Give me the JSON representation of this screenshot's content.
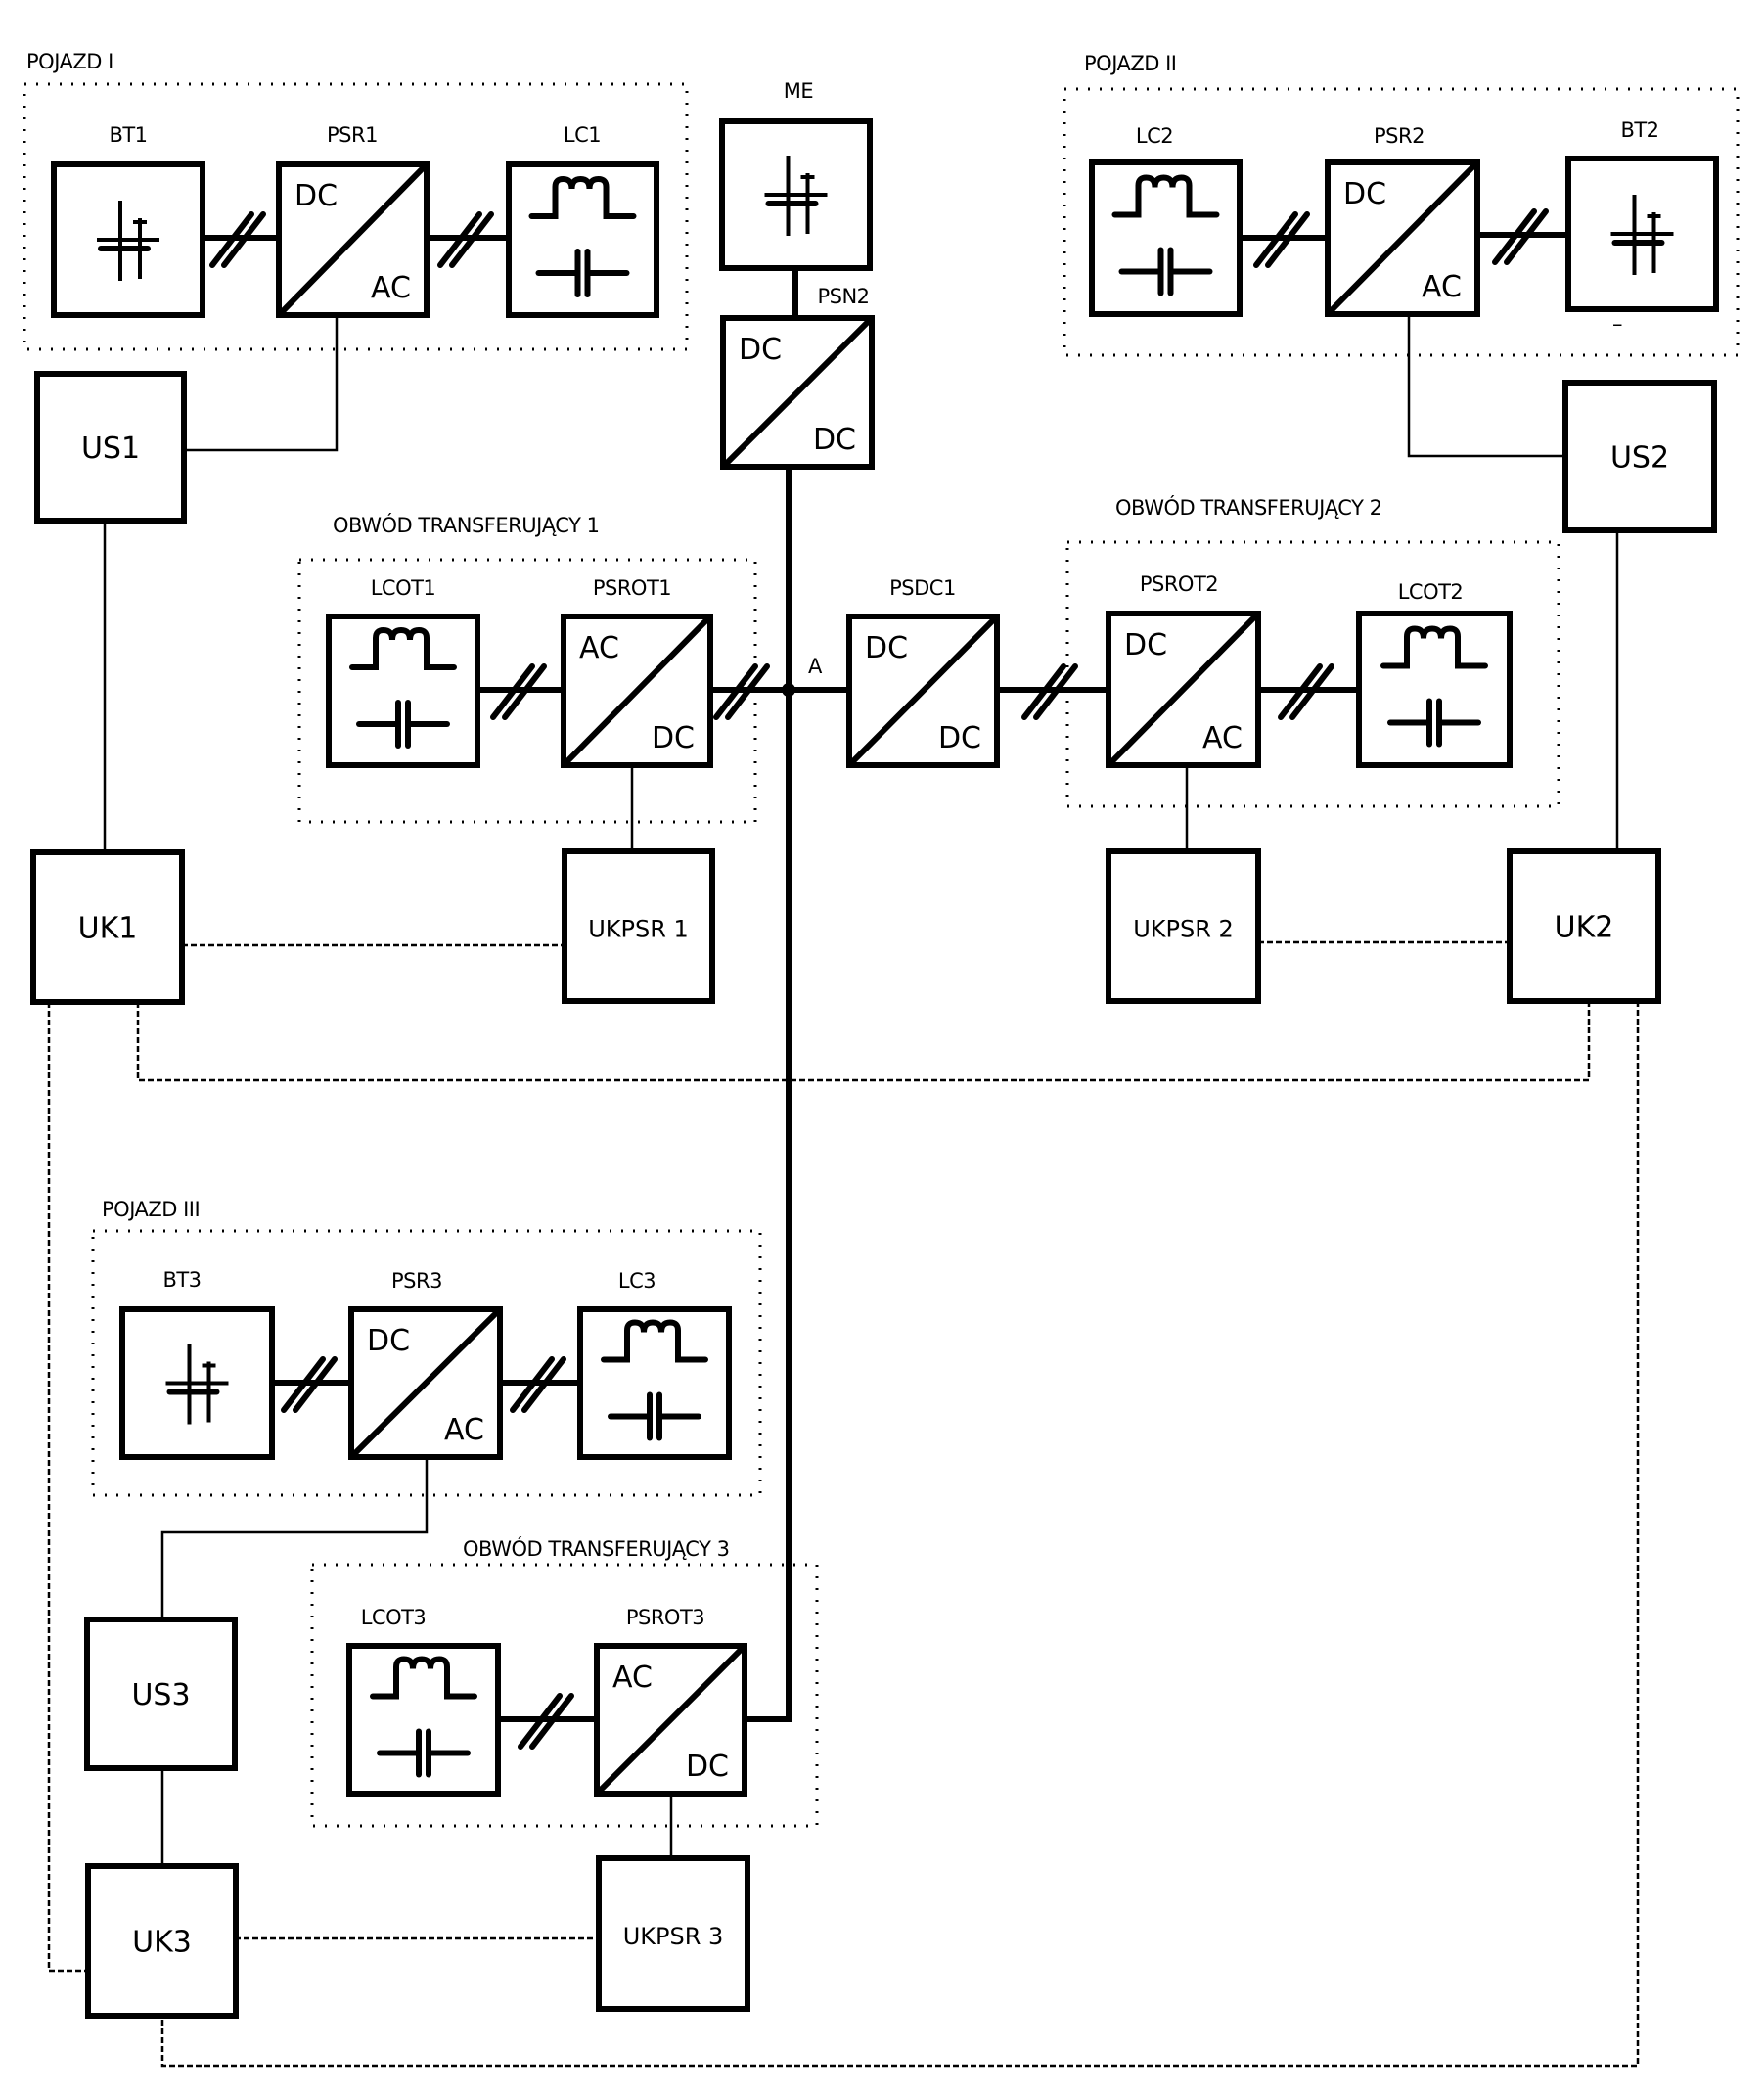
{
  "diagram": {
    "groups": {
      "vehicle1": "POJAZD I",
      "vehicle2": "POJAZD II",
      "vehicle3": "POJAZD III",
      "transfer1": "OBWÓD TRANSFERUJĄCY 1",
      "transfer2": "OBWÓD TRANSFERUJĄCY 2",
      "transfer3": "OBWÓD TRANSFERUJĄCY 3"
    },
    "blocks": {
      "BT1": {
        "label": "BT1",
        "icon": "battery-icon"
      },
      "PSR1": {
        "label": "PSR1",
        "top": "DC",
        "bottom": "AC"
      },
      "LC1": {
        "label": "LC1",
        "icon": "lc-filter-icon"
      },
      "ME": {
        "label": "ME",
        "icon": "battery-icon"
      },
      "PSN2": {
        "label": "PSN2",
        "top": "DC",
        "bottom": "DC"
      },
      "LC2": {
        "label": "LC2",
        "icon": "lc-filter-icon"
      },
      "PSR2": {
        "label": "PSR2",
        "top": "DC",
        "bottom": "AC"
      },
      "BT2": {
        "label": "BT2",
        "icon": "battery-icon",
        "minus": "–"
      },
      "US1": {
        "label": "US1"
      },
      "US2": {
        "label": "US2"
      },
      "LCOT1": {
        "label": "LCOT1",
        "icon": "lc-filter-icon"
      },
      "PSROT1": {
        "label": "PSROT1",
        "top": "AC",
        "bottom": "DC"
      },
      "PSDC1": {
        "label": "PSDC1",
        "top": "DC",
        "bottom": "DC"
      },
      "PSROT2": {
        "label": "PSROT2",
        "top": "DC",
        "bottom": "AC"
      },
      "LCOT2": {
        "label": "LCOT2",
        "icon": "lc-filter-icon"
      },
      "UK1": {
        "label": "UK1"
      },
      "UKPSR1": {
        "label": "UKPSR 1"
      },
      "UKPSR2": {
        "label": "UKPSR 2"
      },
      "UK2": {
        "label": "UK2"
      },
      "BT3": {
        "label": "BT3",
        "icon": "battery-icon"
      },
      "PSR3": {
        "label": "PSR3",
        "top": "DC",
        "bottom": "AC"
      },
      "LC3": {
        "label": "LC3",
        "icon": "lc-filter-icon"
      },
      "US3": {
        "label": "US3"
      },
      "LCOT3": {
        "label": "LCOT3",
        "icon": "lc-filter-icon"
      },
      "PSROT3": {
        "label": "PSROT3",
        "top": "AC",
        "bottom": "DC"
      },
      "UK3": {
        "label": "UK3"
      },
      "UKPSR3": {
        "label": "UKPSR 3"
      }
    },
    "node_a": "A"
  }
}
